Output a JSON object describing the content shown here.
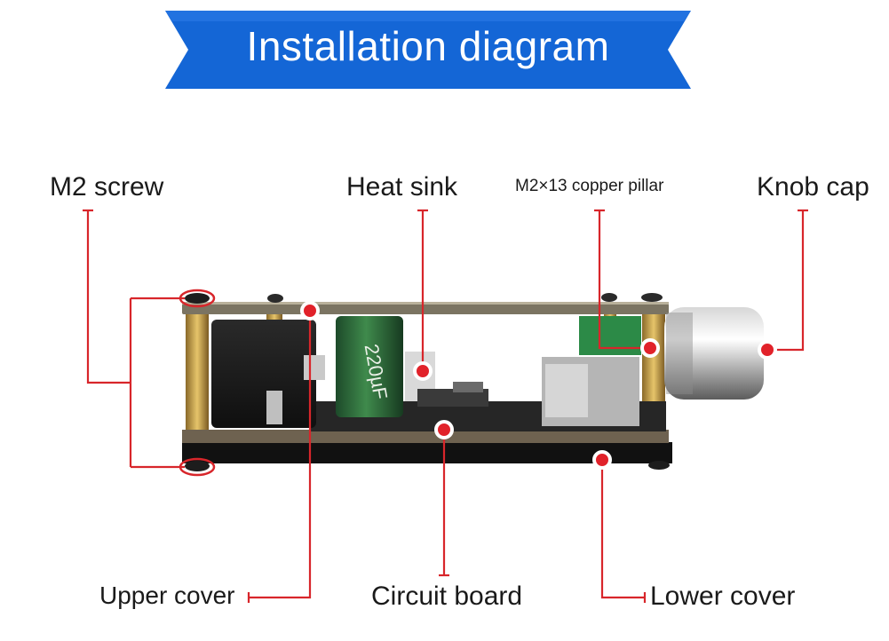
{
  "banner": {
    "title": "Installation diagram",
    "color": "#1466d6"
  },
  "callouts": {
    "m2_screw": "M2 screw",
    "heat_sink": "Heat sink",
    "copper_pillar": "M2×13 copper pillar",
    "knob_cap": "Knob cap",
    "upper_cover": "Upper cover",
    "circuit_board": "Circuit board",
    "lower_cover": "Lower cover"
  },
  "product": {
    "capacitor_text": "220µF"
  },
  "colors": {
    "leader": "#d8262b",
    "dot": "#e1222a",
    "banner": "#1466d6"
  }
}
